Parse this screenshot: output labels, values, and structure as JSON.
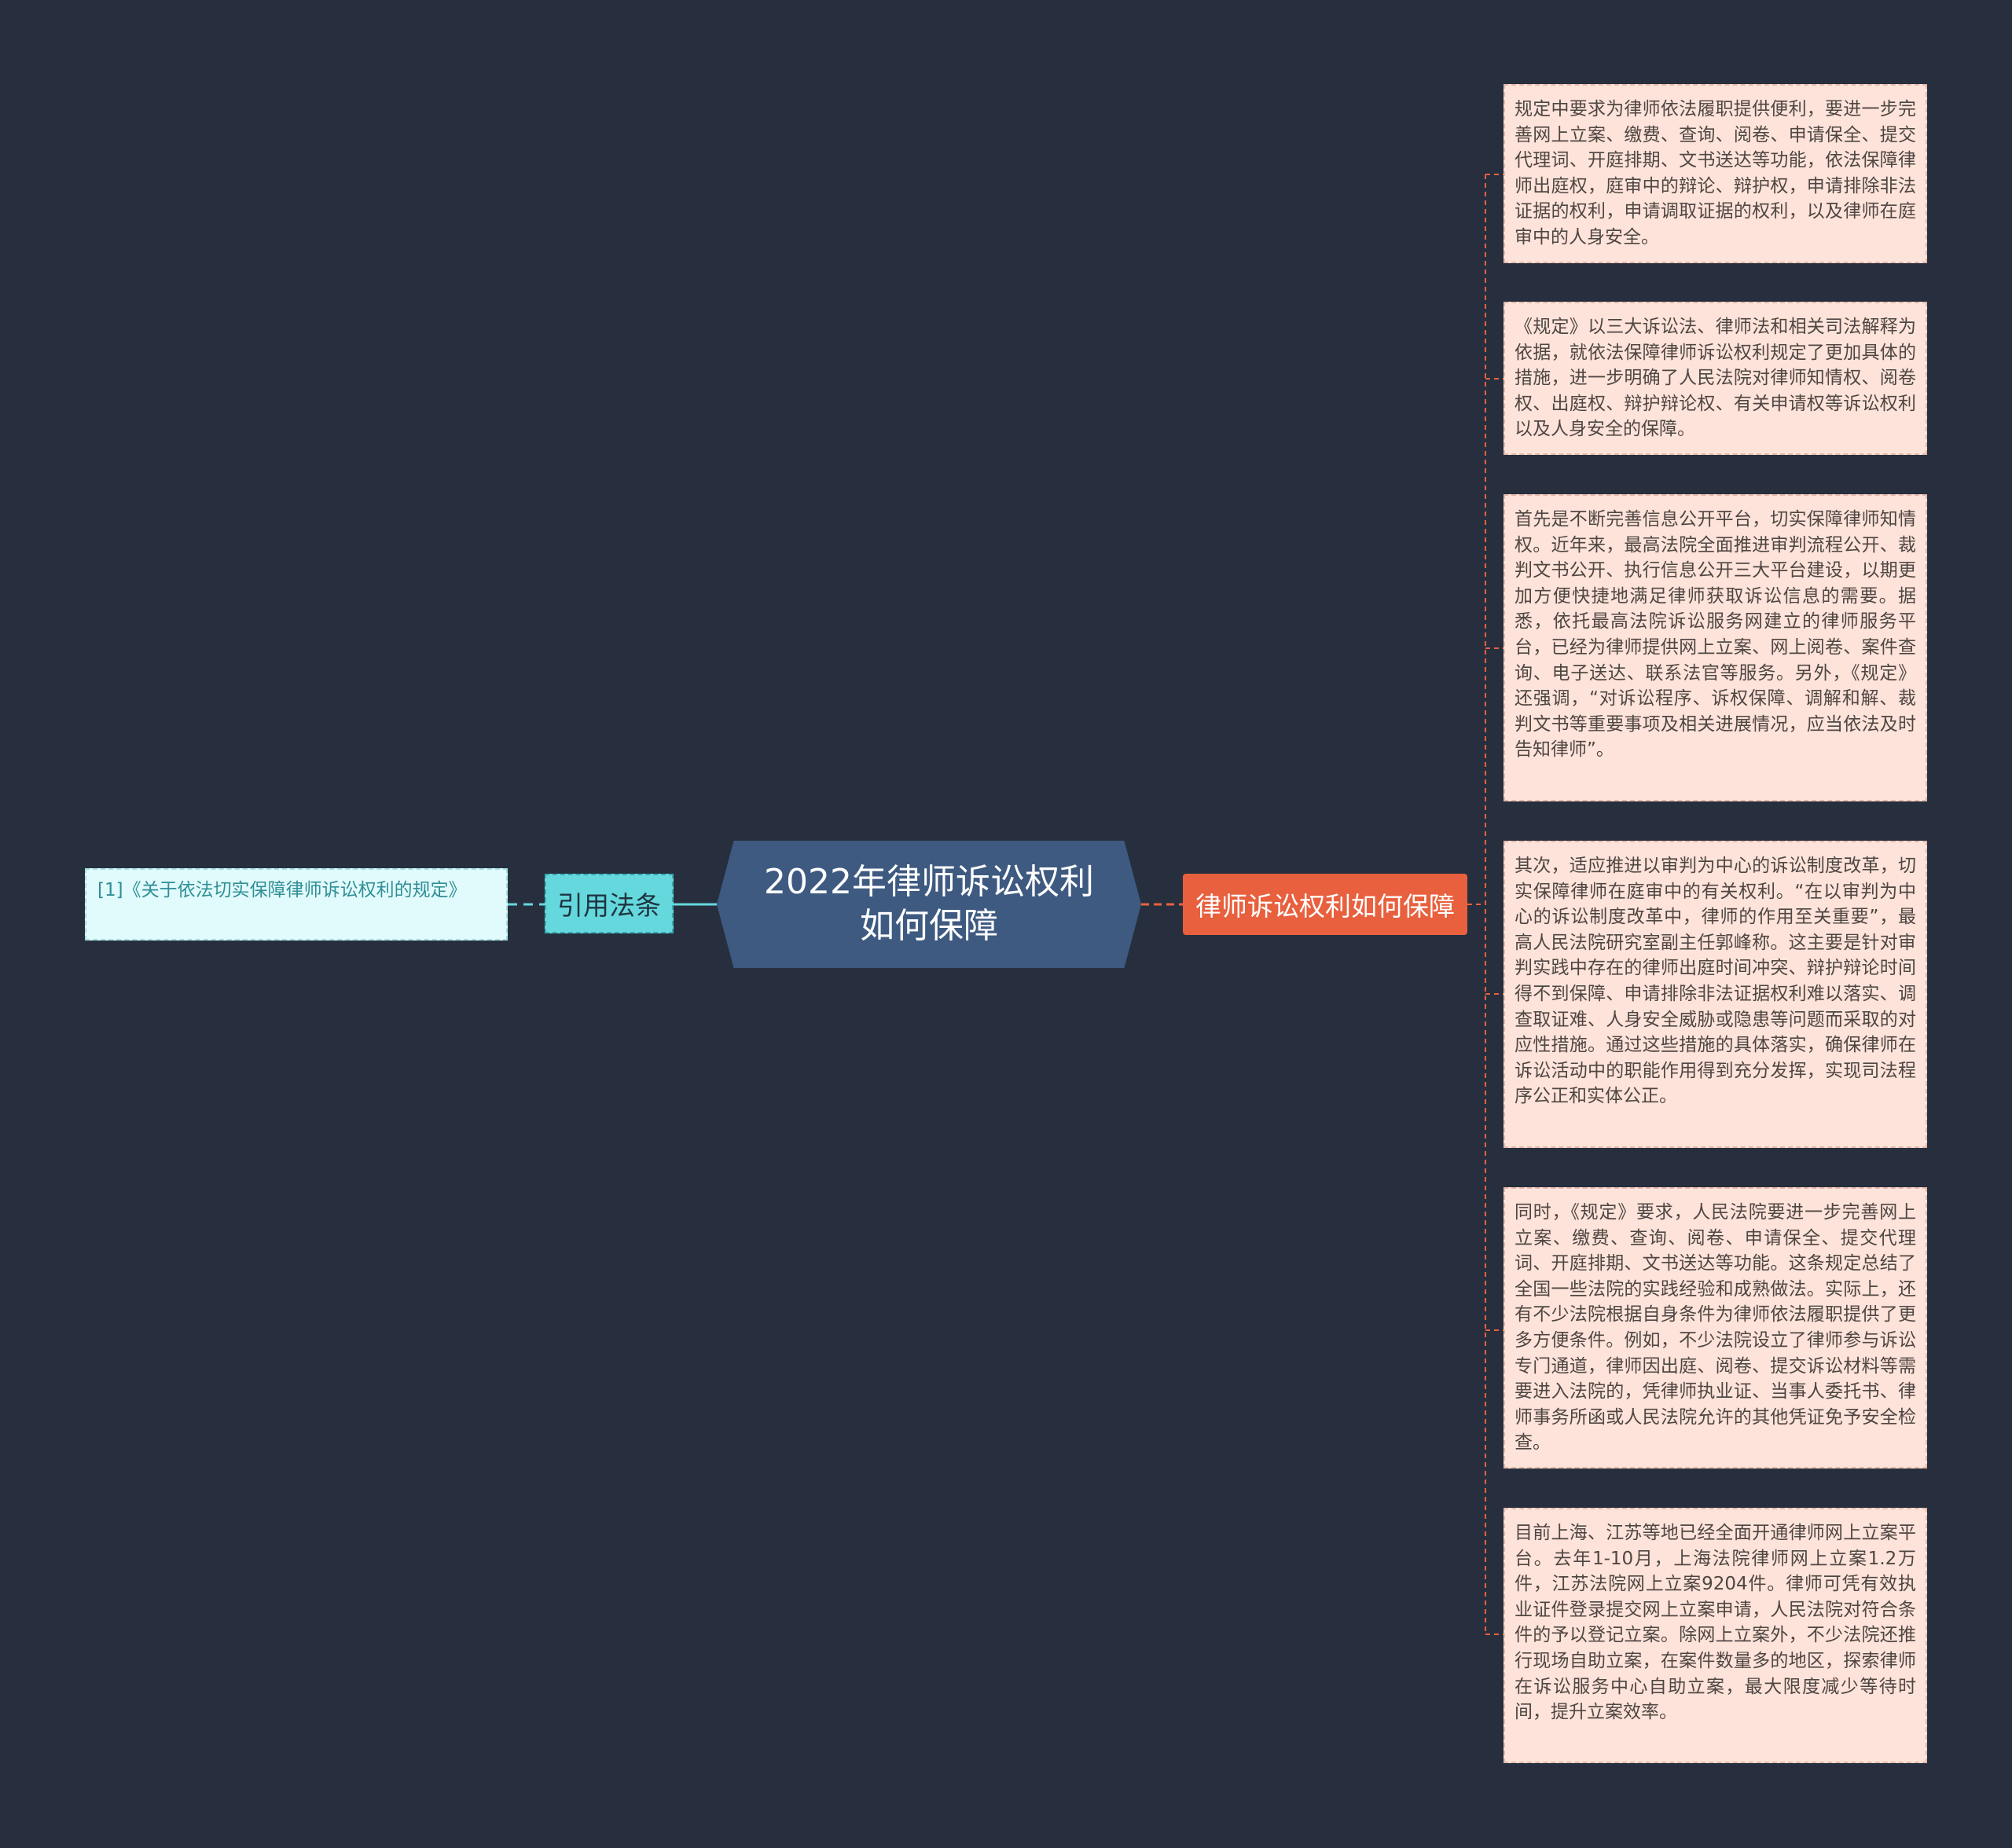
{
  "central_topic": "2022年律师诉讼权利如何保障",
  "right_branch": {
    "label": "律师诉讼权利如何保障",
    "items": [
      "规定中要求为律师依法履职提供便利，要进一步完善网上立案、缴费、查询、阅卷、申请保全、提交代理词、开庭排期、文书送达等功能，依法保障律师出庭权，庭审中的辩论、辩护权，申请排除非法证据的权利，申请调取证据的权利，以及律师在庭审中的人身安全。",
      "《规定》以三大诉讼法、律师法和相关司法解释为依据，就依法保障律师诉讼权利规定了更加具体的措施，进一步明确了人民法院对律师知情权、阅卷权、出庭权、辩护辩论权、有关申请权等诉讼权利以及人身安全的保障。",
      "首先是不断完善信息公开平台，切实保障律师知情权。近年来，最高法院全面推进审判流程公开、裁判文书公开、执行信息公开三大平台建设，以期更加方便快捷地满足律师获取诉讼信息的需要。据悉，依托最高法院诉讼服务网建立的律师服务平台，已经为律师提供网上立案、网上阅卷、案件查询、电子送达、联系法官等服务。另外，《规定》还强调，“对诉讼程序、诉权保障、调解和解、裁判文书等重要事项及相关进展情况，应当依法及时告知律师”。",
      "其次，适应推进以审判为中心的诉讼制度改革，切实保障律师在庭审中的有关权利。“在以审判为中心的诉讼制度改革中，律师的作用至关重要”，最高人民法院研究室副主任郭峰称。这主要是针对审判实践中存在的律师出庭时间冲突、辩护辩论时间得不到保障、申请排除非法证据权利难以落实、调查取证难、人身安全威胁或隐患等问题而采取的对应性措施。通过这些措施的具体落实，确保律师在诉讼活动中的职能作用得到充分发挥，实现司法程序公正和实体公正。",
      "同时，《规定》要求，人民法院要进一步完善网上立案、缴费、查询、阅卷、申请保全、提交代理词、开庭排期、文书送达等功能。这条规定总结了全国一些法院的实践经验和成熟做法。实际上，还有不少法院根据自身条件为律师依法履职提供了更多方便条件。例如，不少法院设立了律师参与诉讼专门通道，律师因出庭、阅卷、提交诉讼材料等需要进入法院的，凭律师执业证、当事人委托书、律师事务所函或人民法院允许的其他凭证免予安全检查。",
      "目前上海、江苏等地已经全面开通律师网上立案平台。去年1-10月，上海法院律师网上立案1.2万件，江苏法院网上立案9204件。律师可凭有效执业证件登录提交网上立案申请，人民法院对符合条件的予以登记立案。除网上立案外，不少法院还推行现场自助立案，在案件数量多的地区，探索律师在诉讼服务中心自助立案，最大限度减少等待时间，提升立案效率。"
    ]
  },
  "left_branch": {
    "label": "引用法条",
    "citation": "[1]《关于依法切实保障律师诉讼权利的规定》"
  },
  "colors": {
    "background": "#272f3e",
    "central": "#3e5a80",
    "right_branch": "#e8603e",
    "left_branch": "#64d8dc",
    "leaf_fill": "#fde3da",
    "citation_fill": "#e1fafb"
  }
}
